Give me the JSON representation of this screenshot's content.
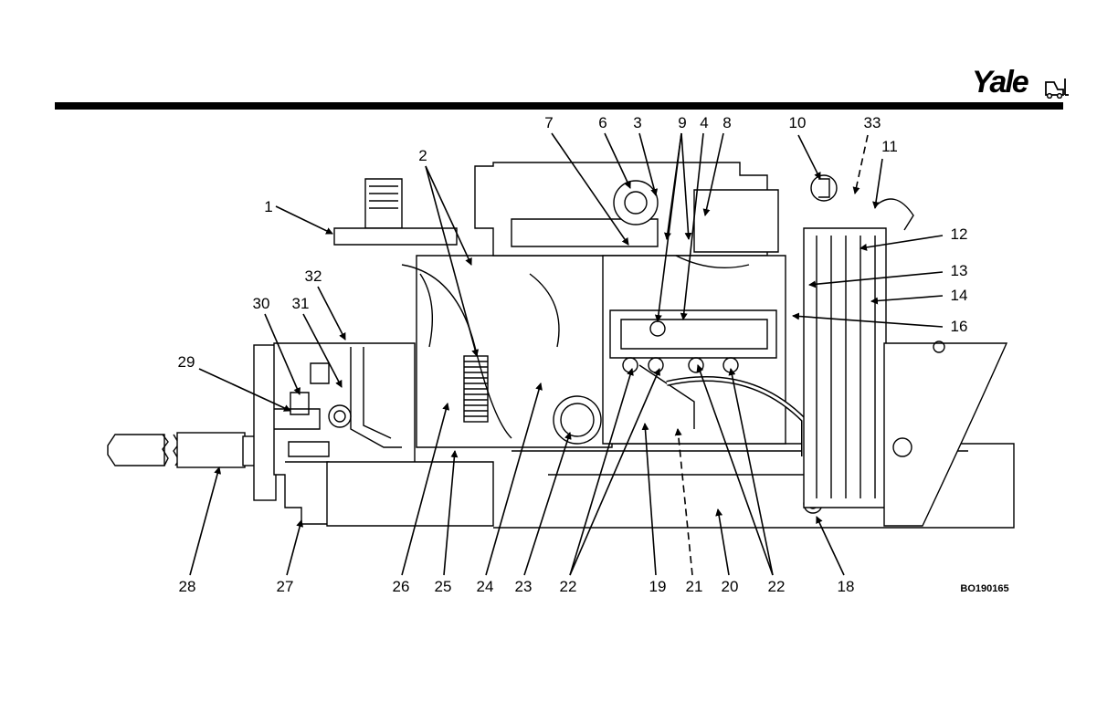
{
  "header": {
    "brand": "Yale"
  },
  "figure": {
    "code": "BO190165",
    "callouts": [
      "1",
      "2",
      "3",
      "4",
      "6",
      "7",
      "8",
      "9",
      "10",
      "11",
      "12",
      "13",
      "14",
      "16",
      "18",
      "19",
      "20",
      "21",
      "22",
      "23",
      "24",
      "25",
      "26",
      "27",
      "28",
      "29",
      "30",
      "31",
      "32",
      "33"
    ]
  }
}
